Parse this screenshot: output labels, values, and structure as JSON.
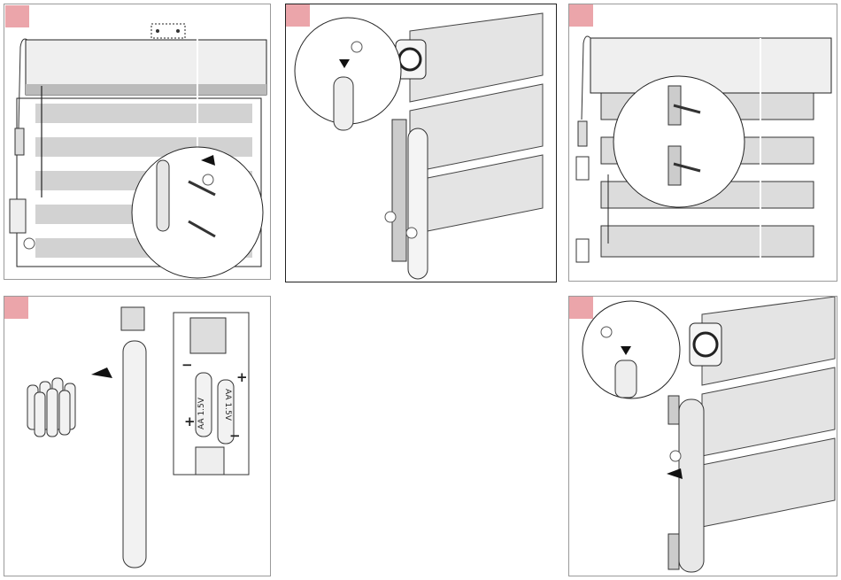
{
  "colors": {
    "step_tag": "#eba5aa",
    "stripe_dark": "#d2d2d2",
    "stripe_light": "#f3f3f3",
    "line": "#222222"
  },
  "steps": [
    {
      "id": "step-1",
      "icons": [
        "blind-headrail",
        "bracket",
        "screw",
        "hand",
        "clip"
      ]
    },
    {
      "id": "step-2",
      "icons": [
        "wand",
        "arrow",
        "endcap"
      ]
    },
    {
      "id": "step-3",
      "icons": [
        "bracket",
        "screw"
      ]
    },
    {
      "id": "step-4",
      "battery": {
        "type": "AA",
        "voltage": "1.5V",
        "plus": "+",
        "minus": "−"
      }
    },
    {
      "id": "step-6",
      "icons": [
        "wand",
        "arrow",
        "endcap"
      ]
    }
  ]
}
